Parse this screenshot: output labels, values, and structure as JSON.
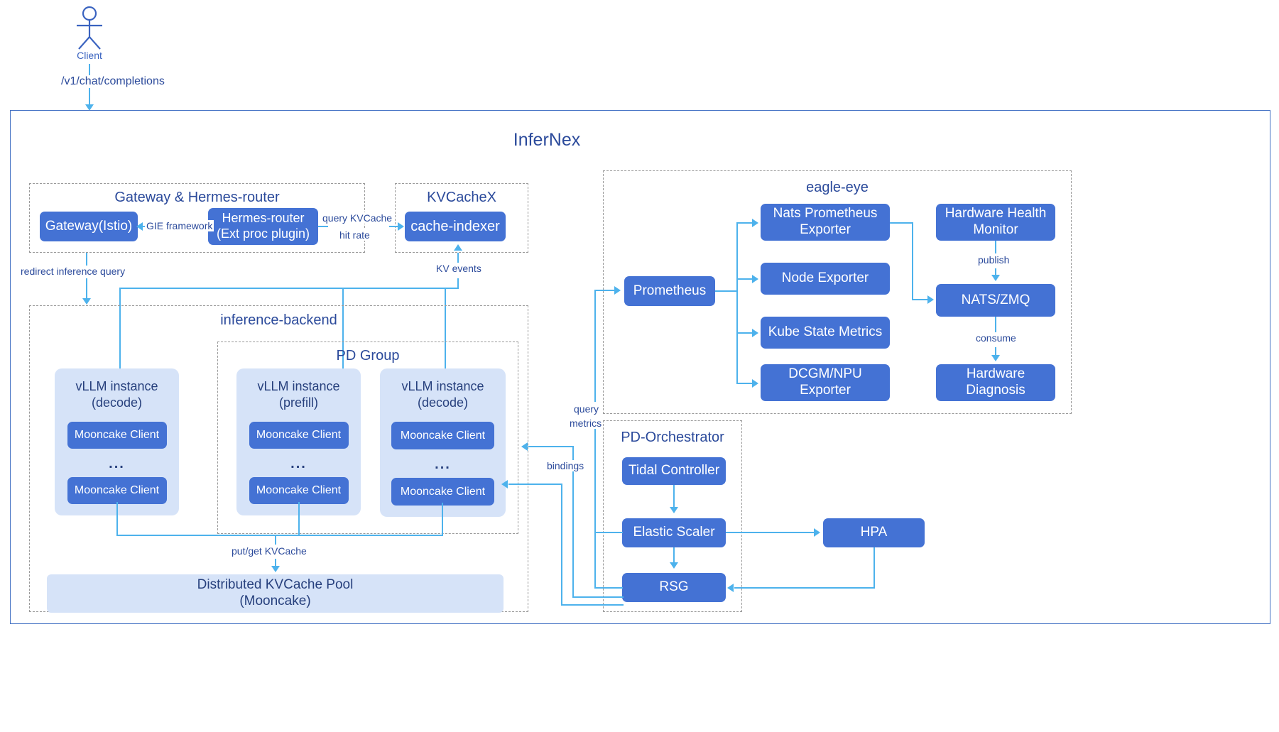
{
  "actor": {
    "label": "Client",
    "icon": "stick-figure-icon"
  },
  "entry_edge": {
    "label": "/v1/chat/completions"
  },
  "system": {
    "title": "InferNex"
  },
  "groups": {
    "gateway": {
      "title": "Gateway & Hermes-router"
    },
    "kvcachex": {
      "title": "KVCacheX"
    },
    "inference_backend": {
      "title": "inference-backend"
    },
    "pd_group": {
      "title": "PD Group"
    },
    "eagle_eye": {
      "title": "eagle-eye"
    },
    "pd_orchestrator": {
      "title": "PD-Orchestrator"
    }
  },
  "nodes": {
    "gateway_istio": "Gateway(Istio)",
    "hermes_router_l1": "Hermes-router",
    "hermes_router_l2": "(Ext proc plugin)",
    "cache_indexer": "cache-indexer",
    "prometheus": "Prometheus",
    "nats_prometheus_exporter_l1": "Nats Prometheus",
    "nats_prometheus_exporter_l2": "Exporter",
    "node_exporter": "Node Exporter",
    "kube_state_metrics": "Kube State Metrics",
    "dcgm_npu_exporter_l1": "DCGM/NPU",
    "dcgm_npu_exporter_l2": "Exporter",
    "hardware_health_monitor_l1": "Hardware Health",
    "hardware_health_monitor_l2": "Monitor",
    "nats_zmq": "NATS/ZMQ",
    "hardware_diagnosis_l1": "Hardware",
    "hardware_diagnosis_l2": "Diagnosis",
    "tidal_controller": "Tidal Controller",
    "elastic_scaler": "Elastic Scaler",
    "rsg": "RSG",
    "hpa": "HPA",
    "kvcache_pool_l1": "Distributed KVCache Pool",
    "kvcache_pool_l2": "(Mooncake)",
    "mooncake_client": "Mooncake Client",
    "ellipsis": "..."
  },
  "vllm_instances": [
    {
      "line1": "vLLM instance",
      "line2": "(decode)"
    },
    {
      "line1": "vLLM instance",
      "line2": "(prefill)"
    },
    {
      "line1": "vLLM instance",
      "line2": "(decode)"
    }
  ],
  "edge_labels": {
    "gie_framework": "GIE framework",
    "query_kvcache": "query KVCache",
    "hit_rate": "hit rate",
    "redirect_inference_query": "redirect inference query",
    "kv_events": "KV events",
    "put_get_kvcache": "put/get KVCache",
    "publish": "publish",
    "consume": "consume",
    "query_metrics_l1": "query",
    "query_metrics_l2": "metrics",
    "bindings": "bindings"
  },
  "colors": {
    "node_blue": "#4472d4",
    "node_light": "#d6e3f8",
    "connector": "#4db2ec",
    "text_dark_blue": "#2b4a9b",
    "outer_border": "#4472c4",
    "dashed_border": "#9a9a9a"
  }
}
